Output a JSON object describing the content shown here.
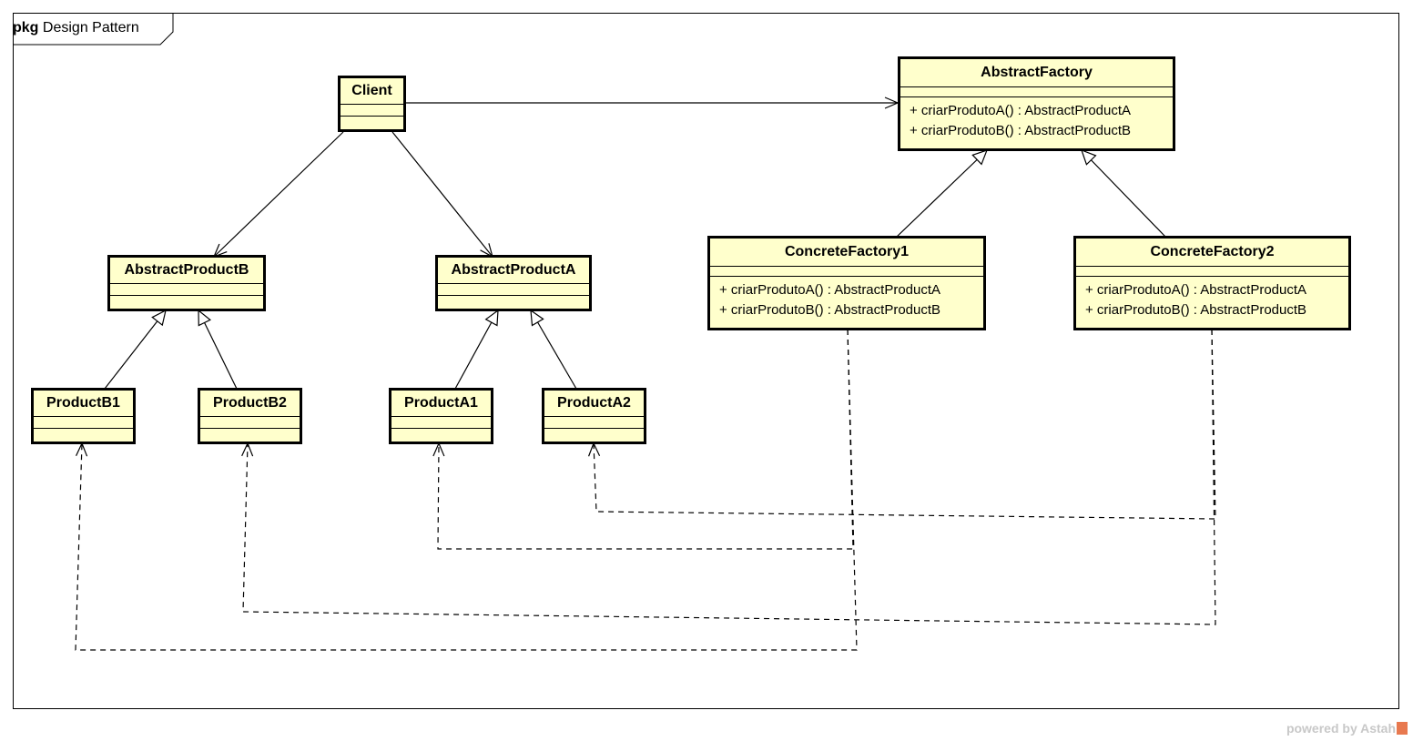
{
  "frame": {
    "keyword": "pkg",
    "name": "Design Pattern"
  },
  "classes": {
    "client": {
      "name": "Client"
    },
    "abstract_factory": {
      "name": "AbstractFactory",
      "operations": [
        "+ criarProdutoA() : AbstractProductA",
        "+ criarProdutoB() : AbstractProductB"
      ]
    },
    "concrete_factory1": {
      "name": "ConcreteFactory1",
      "operations": [
        "+ criarProdutoA() : AbstractProductA",
        "+ criarProdutoB() : AbstractProductB"
      ]
    },
    "concrete_factory2": {
      "name": "ConcreteFactory2",
      "operations": [
        "+ criarProdutoA() : AbstractProductA",
        "+ criarProdutoB() : AbstractProductB"
      ]
    },
    "abstract_product_b": {
      "name": "AbstractProductB"
    },
    "abstract_product_a": {
      "name": "AbstractProductA"
    },
    "product_b1": {
      "name": "ProductB1"
    },
    "product_b2": {
      "name": "ProductB2"
    },
    "product_a1": {
      "name": "ProductA1"
    },
    "product_a2": {
      "name": "ProductA2"
    }
  },
  "relationships": [
    {
      "type": "association",
      "from": "Client",
      "to": "AbstractFactory"
    },
    {
      "type": "association",
      "from": "Client",
      "to": "AbstractProductB"
    },
    {
      "type": "association",
      "from": "Client",
      "to": "AbstractProductA"
    },
    {
      "type": "generalization",
      "from": "ConcreteFactory1",
      "to": "AbstractFactory"
    },
    {
      "type": "generalization",
      "from": "ConcreteFactory2",
      "to": "AbstractFactory"
    },
    {
      "type": "generalization",
      "from": "ProductB1",
      "to": "AbstractProductB"
    },
    {
      "type": "generalization",
      "from": "ProductB2",
      "to": "AbstractProductB"
    },
    {
      "type": "generalization",
      "from": "ProductA1",
      "to": "AbstractProductA"
    },
    {
      "type": "generalization",
      "from": "ProductA2",
      "to": "AbstractProductA"
    },
    {
      "type": "dependency",
      "from": "ConcreteFactory1",
      "to": "ProductA1"
    },
    {
      "type": "dependency",
      "from": "ConcreteFactory1",
      "to": "ProductB1"
    },
    {
      "type": "dependency",
      "from": "ConcreteFactory2",
      "to": "ProductA2"
    },
    {
      "type": "dependency",
      "from": "ConcreteFactory2",
      "to": "ProductB2"
    }
  ],
  "footer": {
    "text": "powered by Astah"
  },
  "colors": {
    "class_fill": "#ffffcc",
    "line": "#000000",
    "footer_text": "#c8c8c8",
    "logo": "#e8794f"
  }
}
